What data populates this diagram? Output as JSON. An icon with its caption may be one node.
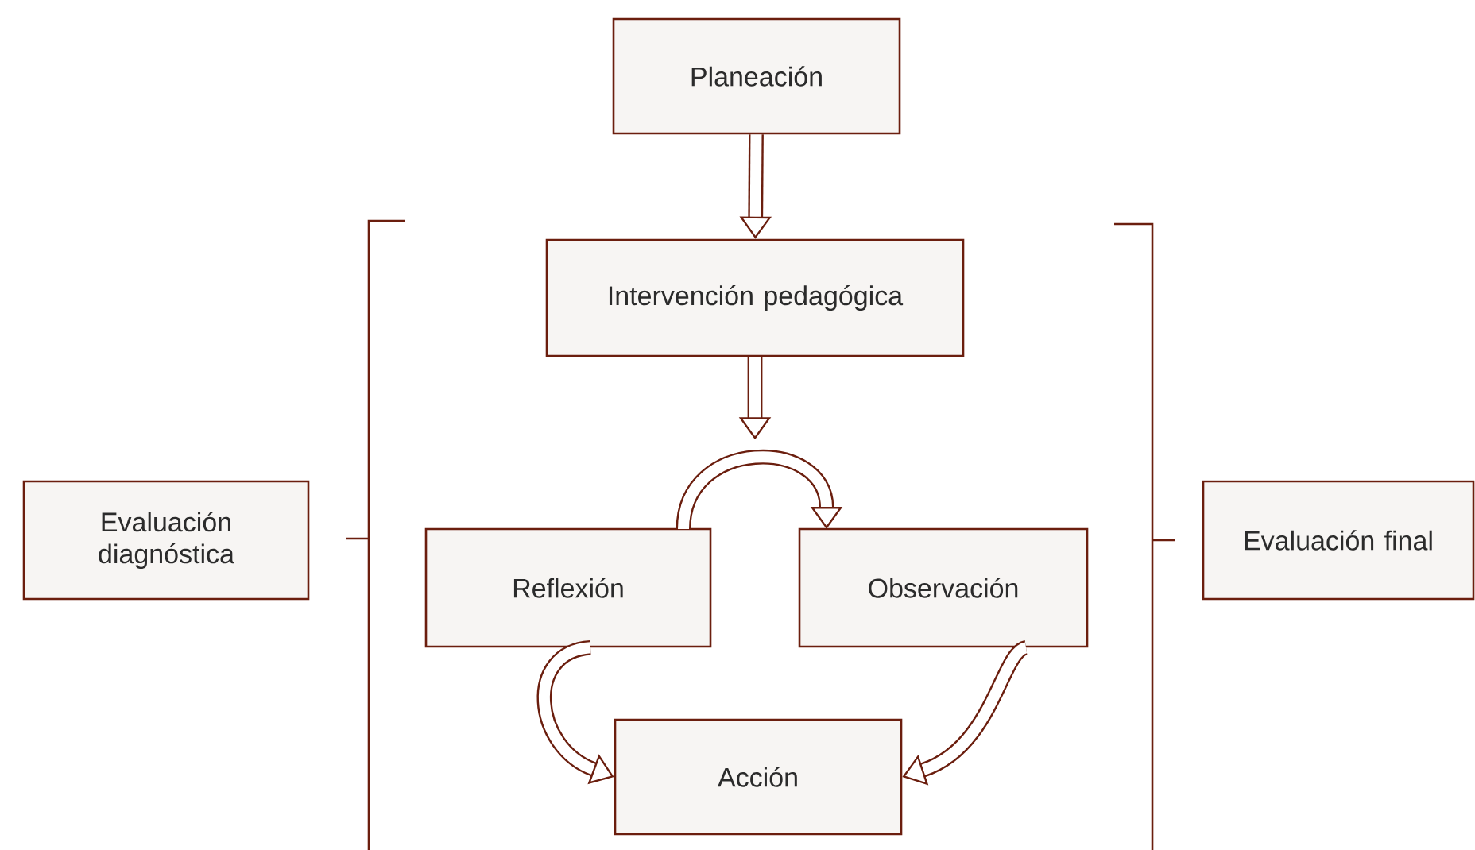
{
  "diagram": {
    "nodes": [
      {
        "text": [
          "Planeación"
        ]
      },
      {
        "text": [
          "Intervención pedagógica"
        ]
      },
      {
        "text": [
          "Evaluación diagnóstica"
        ]
      },
      {
        "text": [
          "Reflexión"
        ]
      },
      {
        "text": [
          "Observación"
        ]
      },
      {
        "text": [
          "Evaluación final"
        ]
      },
      {
        "text": [
          "Acción"
        ]
      }
    ],
    "edges": [
      {
        "from": 0,
        "to": 1,
        "arrow": "to"
      },
      {
        "from": 1,
        "to": null,
        "arrow": "to"
      },
      {
        "from": 3,
        "to": 4,
        "arrow": "to"
      },
      {
        "from": 3,
        "to": 6,
        "arrow": "to"
      },
      {
        "from": 4,
        "to": 6,
        "arrow": "to"
      }
    ]
  }
}
